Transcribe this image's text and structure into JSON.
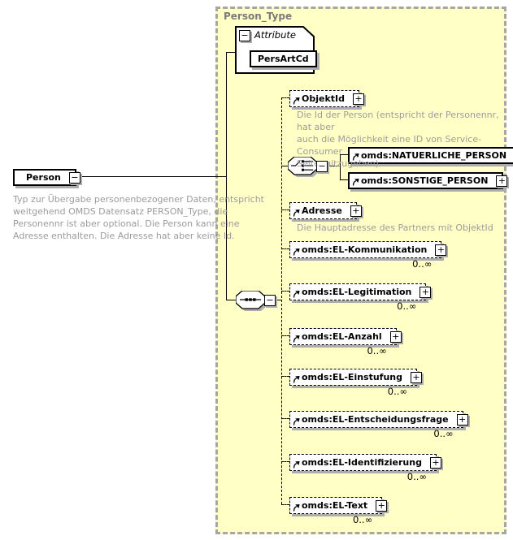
{
  "diagram": {
    "root": {
      "label": "Person",
      "collapse_glyph": "−",
      "annotation": "Typ zur Übergabe personenbezogener Daten, entspricht\nweitgehend OMDS Datensatz PERSON_Type, die\nPersonennr ist aber optional. Die Person kann eine\nAdresse enthalten. Die Adresse hat aber keine Id."
    },
    "type_box": {
      "title": "Person_Type"
    },
    "attribute_section": {
      "label": "Attribute",
      "collapse_glyph": "−",
      "attributes": [
        {
          "name": "PersArtCd"
        }
      ]
    },
    "sequence": {
      "collapse_glyph": "−"
    },
    "choice": {
      "collapse_glyph": "−",
      "options": [
        {
          "label": "omds:NATUERLICHE_PERSON",
          "expand_glyph": "+"
        },
        {
          "label": "omds:SONSTIGE_PERSON",
          "expand_glyph": "+"
        }
      ]
    },
    "elements": [
      {
        "label": "ObjektId",
        "expand_glyph": "+",
        "annotation": "Die Id der Person (entspricht der Personennr, hat aber\nauch die Möglichkeit eine ID von Service-Consumer\nSeite mitzugeben)"
      },
      {
        "label": "Adresse",
        "expand_glyph": "+",
        "annotation": "Die Hauptadresse des Partners mit ObjektId"
      },
      {
        "label": "omds:EL-Kommunikation",
        "expand_glyph": "+",
        "occurrence": "0..∞"
      },
      {
        "label": "omds:EL-Legitimation",
        "expand_glyph": "+",
        "occurrence": "0..∞"
      },
      {
        "label": "omds:EL-Anzahl",
        "expand_glyph": "+",
        "occurrence": "0..∞"
      },
      {
        "label": "omds:EL-Einstufung",
        "expand_glyph": "+",
        "occurrence": "0..∞"
      },
      {
        "label": "omds:EL-Entscheidungsfrage",
        "expand_glyph": "+",
        "occurrence": "0..∞"
      },
      {
        "label": "omds:EL-Identifizierung",
        "expand_glyph": "+",
        "occurrence": "0..∞"
      },
      {
        "label": "omds:EL-Text",
        "expand_glyph": "+",
        "occurrence": "0..∞"
      }
    ],
    "colors": {
      "container_fill": "#ffffc6",
      "container_border": "#a6a6a6",
      "box_shadow": "#adadad",
      "annotation_text": "#9c9c9c",
      "title_text": "#7b7b7b"
    }
  }
}
